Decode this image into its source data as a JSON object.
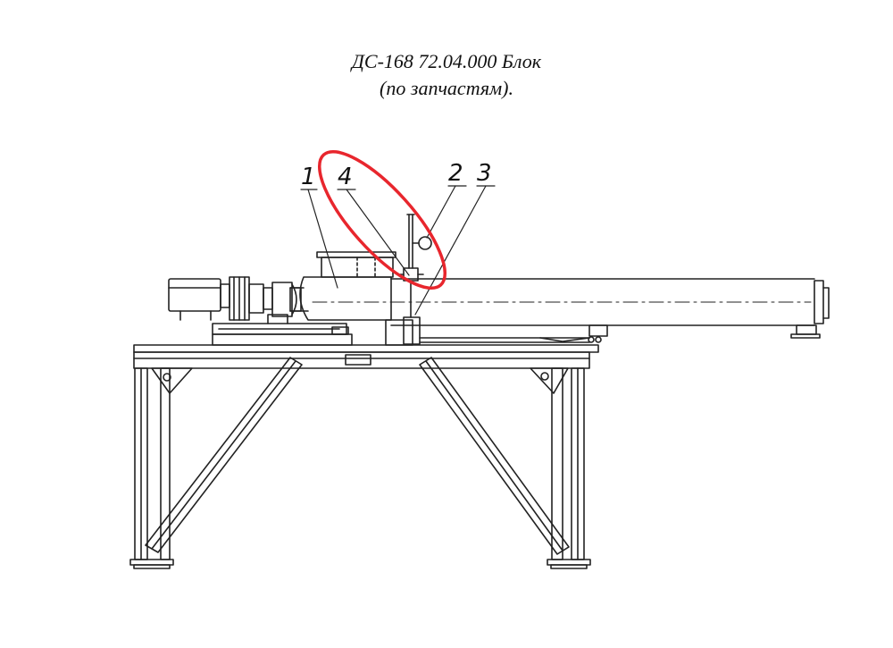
{
  "header": {
    "title": "ДС-168 72.04.000 Блок",
    "subtitle": "(по запчастям)."
  },
  "callouts": [
    {
      "id": "1",
      "text": "1"
    },
    {
      "id": "2",
      "text": "2"
    },
    {
      "id": "3",
      "text": "3"
    },
    {
      "id": "4",
      "text": "4"
    }
  ],
  "colors": {
    "line": "#222222",
    "highlight": "#e8262d",
    "background": "#ffffff"
  }
}
